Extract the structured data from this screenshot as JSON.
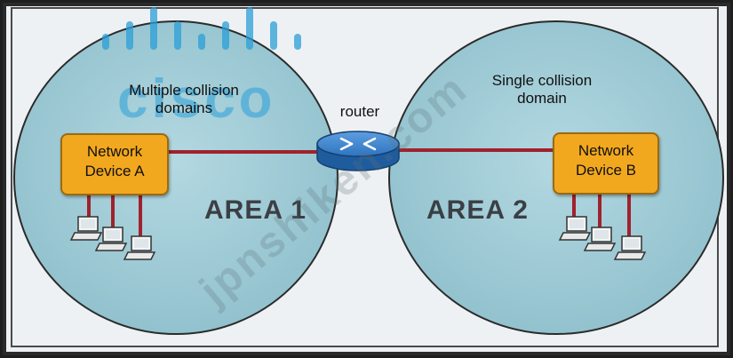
{
  "area1": {
    "label": "AREA 1",
    "domain_caption_line1": "Multiple collision",
    "domain_caption_line2": "domains",
    "device_line1": "Network",
    "device_line2": "Device A"
  },
  "area2": {
    "label": "AREA 2",
    "domain_caption_line1": "Single collision",
    "domain_caption_line2": "domain",
    "device_line1": "Network",
    "device_line2": "Device B"
  },
  "router_label": "router",
  "watermark": {
    "brand": "cisco",
    "site": "jpnshiken.com"
  },
  "colors": {
    "area_fill": "#9fcbd6",
    "link": "#a0222c",
    "device_fill": "#f2a81e",
    "router": "#2a6fb8",
    "logo": "#2a9fd8"
  },
  "icons": [
    "router-icon",
    "workstation-icon"
  ]
}
